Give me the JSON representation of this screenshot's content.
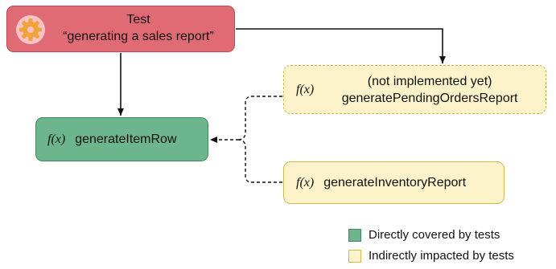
{
  "colors": {
    "test_fill": "#e06b74",
    "test_border": "#c2454f",
    "covered_fill": "#6db58d",
    "covered_border": "#3f8a5f",
    "impacted_fill": "#fcf3cb",
    "impacted_border": "#d8b647",
    "gear": "#f0a23b"
  },
  "test_node": {
    "icon": "gear-icon",
    "title": "Test",
    "subtitle": "“generating a sales report”"
  },
  "function_symbol": "f(x)",
  "nodes": {
    "item_row": "generateItemRow",
    "pending_note": "(not implemented yet)",
    "pending": "generatePendingOrdersReport",
    "inventory": "generateInventoryReport"
  },
  "legend": {
    "direct": "Directly covered by tests",
    "indirect": "Indirectly impacted by tests"
  }
}
